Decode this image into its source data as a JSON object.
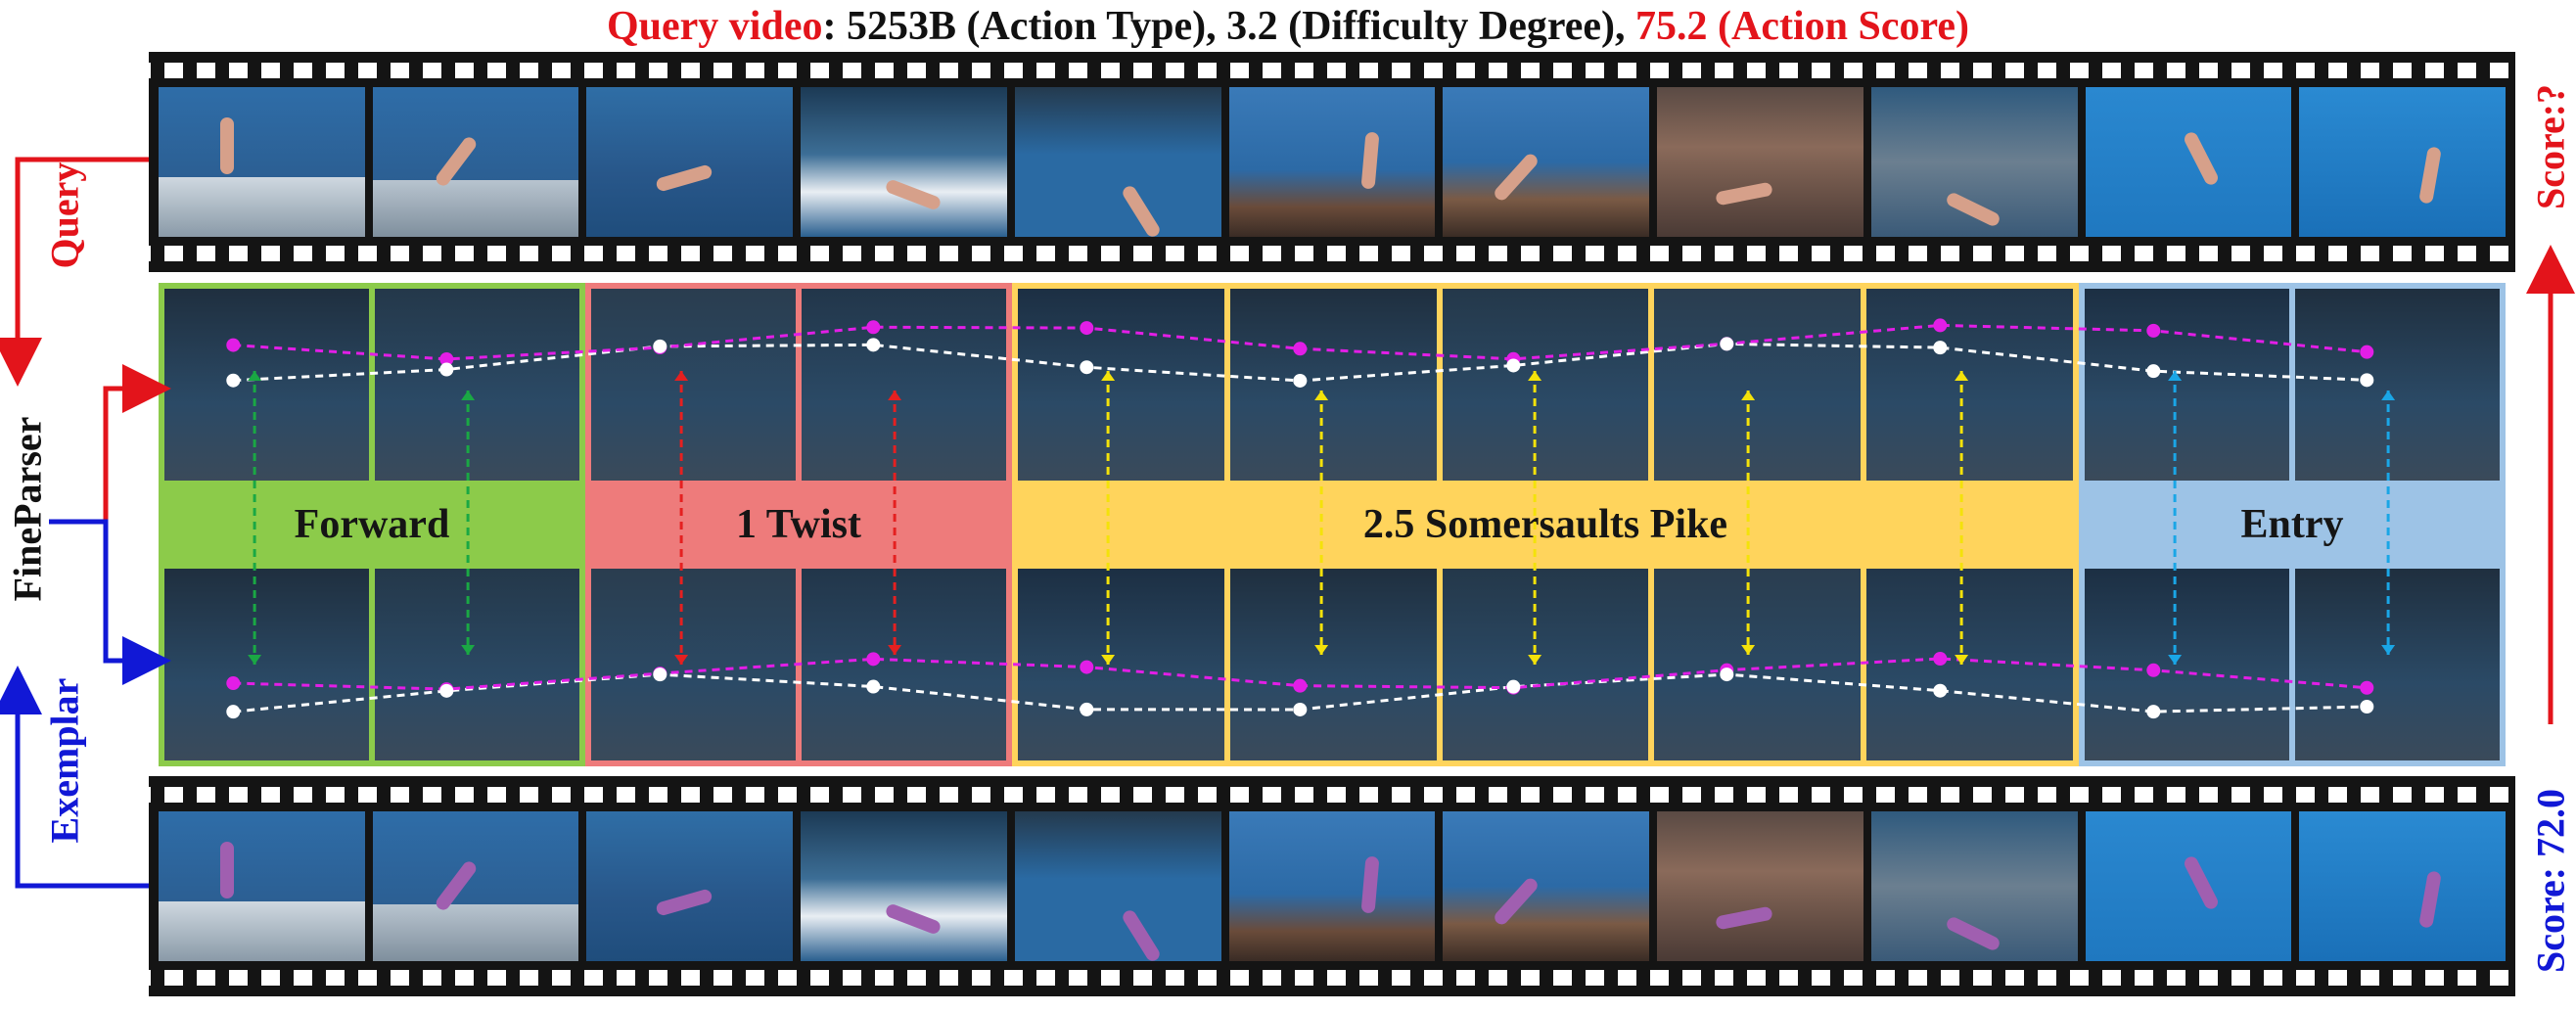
{
  "title": {
    "query_label": "Query video",
    "action_type": ": 5253B (Action Type), 3.2 (Difficulty Degree),",
    "action_score": "75.2 (Action Score)"
  },
  "side_labels": {
    "query": "Query",
    "exemplar": "Exemplar",
    "fineparser": "FineParser",
    "score_query": "Score:?",
    "score_exemplar": "Score: 72.0"
  },
  "phases": [
    {
      "label": "Forward",
      "border_color": "#8ccb4a",
      "band_color": "#8ccb4a",
      "frames": 2,
      "line_color": "#1aa844"
    },
    {
      "label": "1 Twist",
      "border_color": "#ee7b7b",
      "band_color": "#ee7b7b",
      "frames": 2,
      "line_color": "#e52020"
    },
    {
      "label": "2.5 Somersaults Pike",
      "border_color": "#ffd45c",
      "band_color": "#ffd45c",
      "frames": 5,
      "line_color": "#f4e20a"
    },
    {
      "label": "Entry",
      "border_color": "#9dc3e6",
      "band_color": "#9dc3e6",
      "frames": 2,
      "line_color": "#1aa6e6"
    }
  ],
  "strip_frames": 11,
  "colors": {
    "query_red": "#e3141b",
    "exemplar_blue": "#1118d6",
    "skeleton_magenta": "#e21ee6",
    "skeleton_white": "#ffffff",
    "pool_blue": "#1d6fb8"
  }
}
